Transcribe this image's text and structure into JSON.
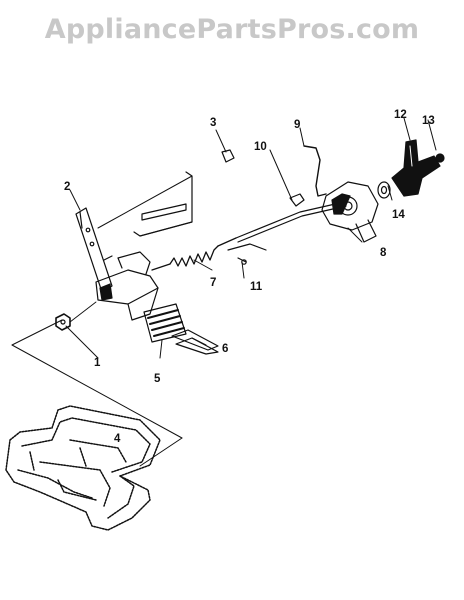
{
  "watermark": "AppliancePartsPros.com",
  "callouts": [
    {
      "id": "1",
      "label": "1"
    },
    {
      "id": "2",
      "label": "2"
    },
    {
      "id": "3",
      "label": "3"
    },
    {
      "id": "4",
      "label": "4"
    },
    {
      "id": "5",
      "label": "5"
    },
    {
      "id": "6",
      "label": "6"
    },
    {
      "id": "7",
      "label": "7"
    },
    {
      "id": "8",
      "label": "8"
    },
    {
      "id": "9",
      "label": "9"
    },
    {
      "id": "10",
      "label": "10"
    },
    {
      "id": "11",
      "label": "11"
    },
    {
      "id": "12",
      "label": "12"
    },
    {
      "id": "13",
      "label": "13"
    },
    {
      "id": "14",
      "label": "14"
    }
  ],
  "colors": {
    "ink": "#111111",
    "watermark": "#c8c8c8",
    "background": "#ffffff"
  }
}
